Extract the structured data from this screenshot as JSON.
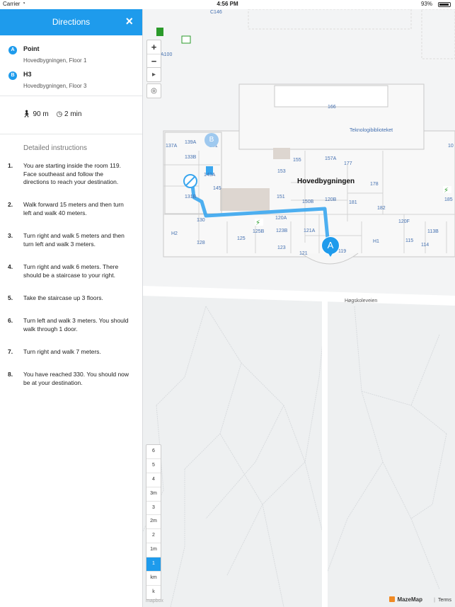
{
  "status": {
    "carrier": "Carrier",
    "time": "4:56 PM",
    "battery": "93%"
  },
  "header": {
    "title": "Directions"
  },
  "stops": [
    {
      "badge": "A",
      "name": "Point",
      "sub": "Hovedbygningen, Floor 1"
    },
    {
      "badge": "B",
      "name": "H3",
      "sub": "Hovedbygningen, Floor 3"
    }
  ],
  "summary": {
    "distance": "90 m",
    "duration": "2 min"
  },
  "detail_title": "Detailed instructions",
  "steps": [
    {
      "num": "1.",
      "text": "You are starting inside the room 119. Face southeast and follow the directions to reach your destination."
    },
    {
      "num": "2.",
      "text": "Walk forward 15 meters and then turn left and walk 40 meters."
    },
    {
      "num": "3.",
      "text": "Turn right and walk 5 meters and then turn left and walk 3 meters."
    },
    {
      "num": "4.",
      "text": "Turn right and walk 6 meters. There should be a staircase to your right."
    },
    {
      "num": "5.",
      "text": "Take the staircase up 3 floors."
    },
    {
      "num": "6.",
      "text": "Turn left and walk 3 meters. You should walk through 1 door."
    },
    {
      "num": "7.",
      "text": "Turn right and walk 7 meters."
    },
    {
      "num": "8.",
      "text": "You have reached 330. You should now be at your destination."
    }
  ],
  "map": {
    "building": "Hovedbygningen",
    "street": "Høgskoleveien",
    "rooms": [
      "C146",
      "A100",
      "166",
      "Teknologibiblioteket",
      "137A",
      "139A",
      "141",
      "133B",
      "143A",
      "155",
      "157A",
      "177",
      "153",
      "178",
      "145",
      "151",
      "150B",
      "181",
      "120B",
      "182",
      "131B",
      "130",
      "120A",
      "125B",
      "123B",
      "121A",
      "120F",
      "113B",
      "H2",
      "128",
      "125",
      "123",
      "121",
      "119",
      "H1",
      "115",
      "114",
      "185",
      "10"
    ],
    "zoom_in": "+",
    "zoom_out": "−",
    "floors": [
      "6",
      "5",
      "4",
      "3m",
      "3",
      "2m",
      "2",
      "1m",
      "1",
      "km",
      "k"
    ],
    "active_floor": "1",
    "pin_a": "A",
    "pin_b": "B",
    "brand": "MazeMap",
    "terms": "Terms",
    "attribution": "mapbox"
  },
  "colors": {
    "accent": "#1e9bec",
    "route": "#3aa6ee"
  }
}
